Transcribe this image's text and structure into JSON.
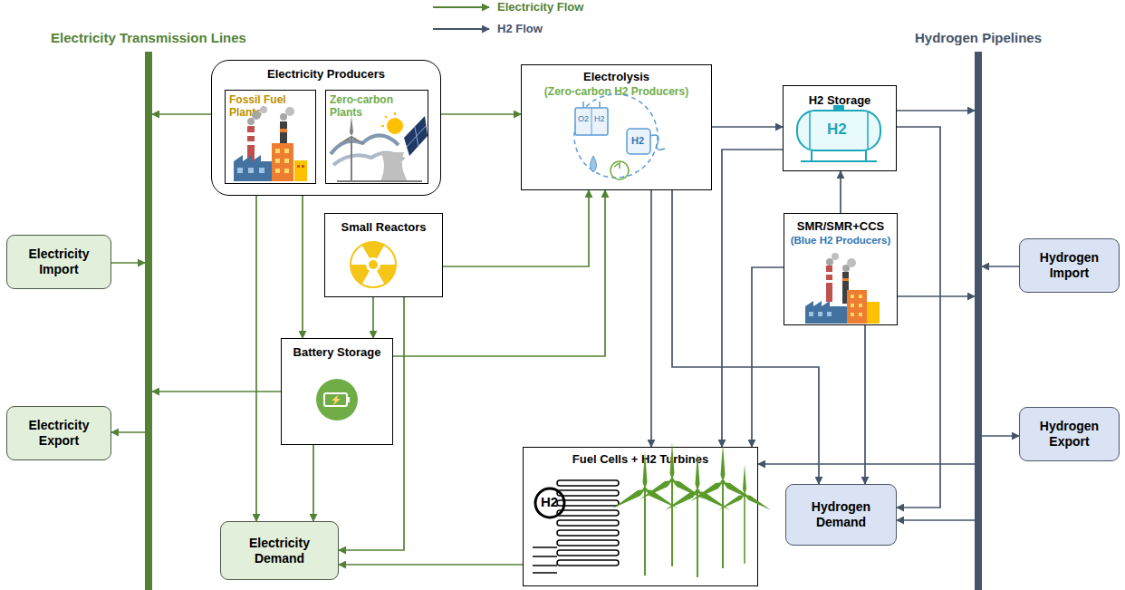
{
  "diagram": {
    "nodes": [
      {
        "text": [
          "Electricity Transmission Lines"
        ]
      },
      {
        "text": [
          "Hydrogen Pipelines"
        ]
      },
      {
        "text": [
          "Electricity Producers"
        ]
      },
      {
        "text": [
          "Fossil Fuel Plants"
        ],
        "in": 2
      },
      {
        "text": [
          "Zero-carbon Plants"
        ],
        "in": 2
      },
      {
        "text": [
          "Electrolysis",
          "(Zero-carbon H2 Producers)"
        ]
      },
      {
        "text": [
          "H2 Storage"
        ]
      },
      {
        "text": [
          "Electricity Import"
        ]
      },
      {
        "text": [
          "Small Reactors"
        ]
      },
      {
        "text": [
          "SMR/SMR+CCS",
          "(Blue H2 Producers)"
        ]
      },
      {
        "text": [
          "Hydrogen Import"
        ]
      },
      {
        "text": [
          "Battery Storage"
        ]
      },
      {
        "text": [
          "Electricity Export"
        ]
      },
      {
        "text": [
          "Hydrogen Export"
        ]
      },
      {
        "text": [
          "Fuel Cells + H2 Turbines"
        ]
      },
      {
        "text": [
          "Electricity Demand"
        ]
      },
      {
        "text": [
          "Hydrogen Demand"
        ]
      }
    ],
    "edges": [
      {
        "from": 2,
        "to": 0,
        "arrow": "to"
      },
      {
        "from": 2,
        "to": 5,
        "arrow": "to"
      },
      {
        "from": 2,
        "to": 11,
        "arrow": "to"
      },
      {
        "from": 2,
        "to": 15,
        "arrow": "to"
      },
      {
        "from": 7,
        "to": 0,
        "arrow": "to"
      },
      {
        "from": 8,
        "to": 5,
        "arrow": "to"
      },
      {
        "from": 8,
        "to": 11,
        "arrow": "to"
      },
      {
        "from": 8,
        "to": 15,
        "arrow": "to"
      },
      {
        "from": 11,
        "to": 0,
        "arrow": "to"
      },
      {
        "from": 11,
        "to": 5,
        "arrow": "to"
      },
      {
        "from": 11,
        "to": 15,
        "arrow": "to"
      },
      {
        "from": 0,
        "to": 12,
        "arrow": "to"
      },
      {
        "from": 14,
        "to": 15,
        "arrow": "to"
      },
      {
        "from": 5,
        "to": 6,
        "arrow": "to"
      },
      {
        "from": 5,
        "to": 14,
        "arrow": "to"
      },
      {
        "from": 5,
        "to": 16,
        "arrow": "to"
      },
      {
        "from": 6,
        "to": 1,
        "arrow": "to"
      },
      {
        "from": 6,
        "to": 16,
        "arrow": "to"
      },
      {
        "from": 6,
        "to": 14,
        "arrow": "to"
      },
      {
        "from": 9,
        "to": 6,
        "arrow": "to"
      },
      {
        "from": 9,
        "to": 14,
        "arrow": "to"
      },
      {
        "from": 9,
        "to": 1,
        "arrow": "to"
      },
      {
        "from": 9,
        "to": 16,
        "arrow": "to"
      },
      {
        "from": 10,
        "to": 1,
        "arrow": "to"
      },
      {
        "from": 1,
        "to": 13,
        "arrow": "to"
      },
      {
        "from": 1,
        "to": 14,
        "arrow": "to"
      },
      {
        "from": 1,
        "to": 16,
        "arrow": "to"
      }
    ],
    "labels": [
      "O2",
      "H2",
      "H2",
      "H2",
      "H2"
    ],
    "legend": [
      {
        "text": "Electricity Flow"
      },
      {
        "text": "H2 Flow"
      }
    ]
  }
}
